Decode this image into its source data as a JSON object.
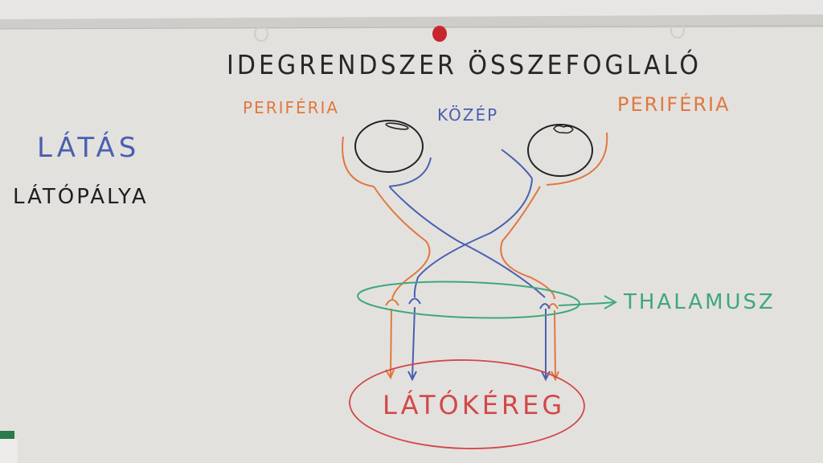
{
  "board": {
    "title": "IDEGRENDSZER ÖSSZEFOGLALÓ",
    "topic": "LÁTÁS",
    "subtopic": "LÁTÓPÁLYA"
  },
  "diagram": {
    "labels": {
      "periphery_left": "PERIFÉRIA",
      "center": "KÖZÉP",
      "periphery_right": "PERIFÉRIA",
      "thalamus": "THALAMUSZ",
      "visual_cortex": "LÁTÓKÉREG"
    },
    "colors": {
      "periphery": "#e0783e",
      "center": "#4a5fb0",
      "thalamus": "#3fa87a",
      "cortex": "#d24848",
      "outline": "#222222",
      "magnet": "#c8262e"
    }
  }
}
